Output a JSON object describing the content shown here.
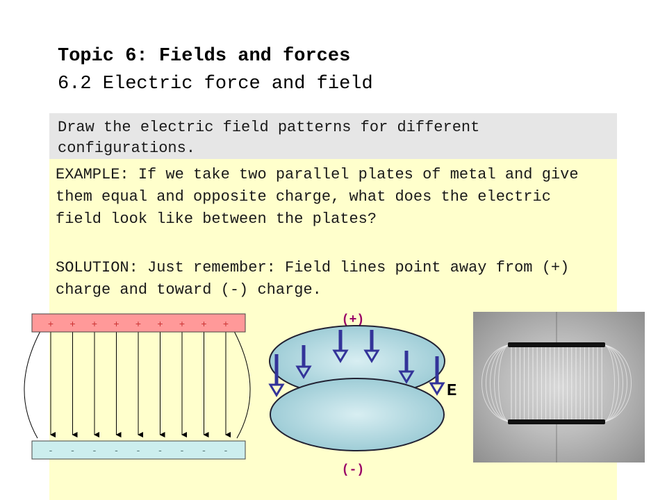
{
  "slide": {
    "title": "Topic 6: Fields and forces",
    "subtitle": "6.2 Electric force and field",
    "objective": "Draw the electric field patterns for different configurations.",
    "example": "EXAMPLE: If we take two parallel plates of metal and give them equal and opposite charge, what does the electric field look like between the plates?",
    "solution": "SOLUTION: Just remember: Field lines point away from (+) charge and toward (-) charge."
  },
  "figure_plates": {
    "top_sign": "+",
    "bottom_sign": "-",
    "top_color": "#ff9999",
    "bottom_color": "#cceeee",
    "field_line_count": 9
  },
  "figure_3d": {
    "positive_label": "(+)",
    "negative_label": "(-)",
    "field_label": "E",
    "arrow_color": "#333399",
    "label_color": "#990066"
  },
  "figure_photo": {
    "description_icon": "field-pattern-photo"
  }
}
